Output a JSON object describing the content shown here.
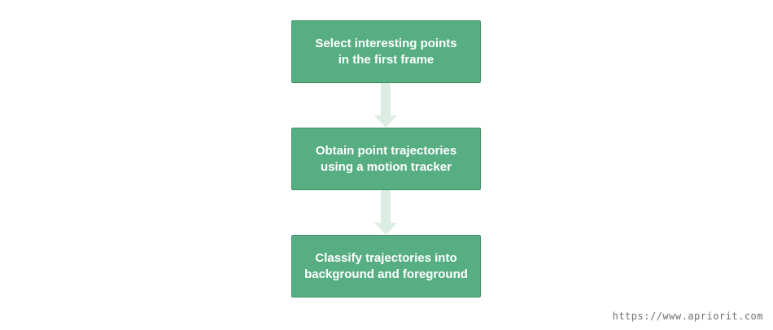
{
  "colors": {
    "box_fill": "#57ae83",
    "box_border": "#3f9466",
    "box_text": "#ffffff",
    "arrow": "#dcede3",
    "watermark": "#6f6f6f"
  },
  "diagram": {
    "type": "vertical-flowchart",
    "steps": [
      {
        "label": "Select interesting points\nin the first frame"
      },
      {
        "label": "Obtain point trajectories\nusing a motion tracker"
      },
      {
        "label": "Classify trajectories into\nbackground and foreground"
      }
    ],
    "connectors": [
      {
        "from": 0,
        "to": 1,
        "icon": "down-arrow-icon"
      },
      {
        "from": 1,
        "to": 2,
        "icon": "down-arrow-icon"
      }
    ]
  },
  "footer": {
    "watermark": "https://www.apriorit.com"
  }
}
